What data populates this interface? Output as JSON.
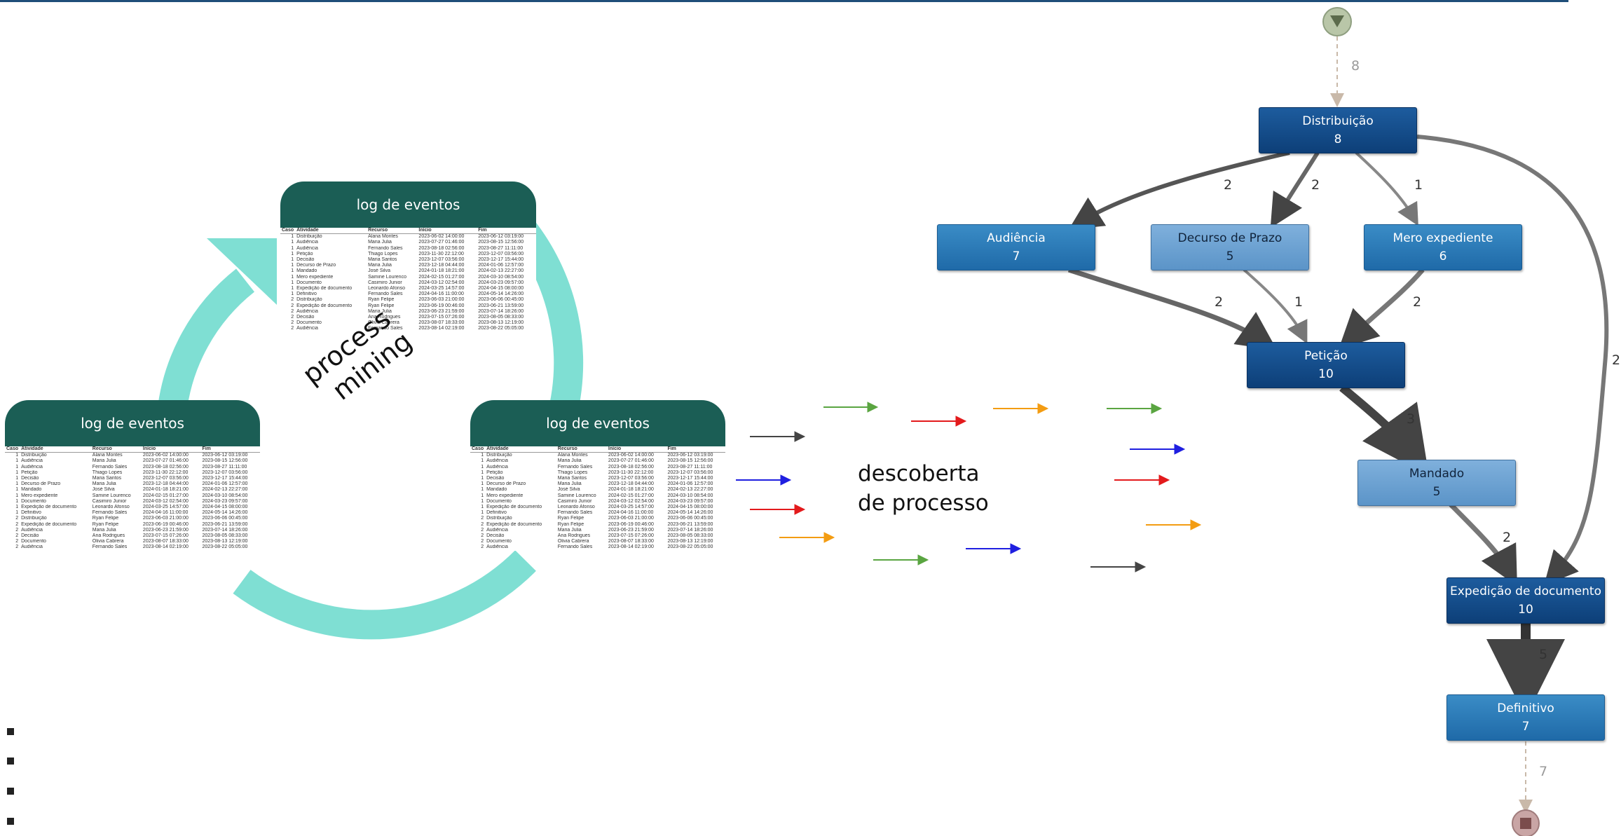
{
  "log": {
    "title": "log de eventos",
    "columns": [
      "Caso",
      "Atividade",
      "Recurso",
      "Início",
      "Fim"
    ],
    "rows": [
      [
        "1",
        "Distribuição",
        "Alana Montes",
        "2023-06-02 14:00:00",
        "2023-06-12 03:19:00"
      ],
      [
        "1",
        "Audiência",
        "Maria Julia",
        "2023-07-27 01:46:00",
        "2023-08-15 12:56:00"
      ],
      [
        "1",
        "Audiência",
        "Fernando Sales",
        "2023-08-18 02:56:00",
        "2023-08-27 11:11:00"
      ],
      [
        "1",
        "Petição",
        "Thiago Lopes",
        "2023-11-30 22:12:00",
        "2023-12-07 03:56:00"
      ],
      [
        "1",
        "Decisão",
        "Maria Santos",
        "2023-12-07 03:56:00",
        "2023-12-17 15:44:00"
      ],
      [
        "1",
        "Decurso de Prazo",
        "Maria Julia",
        "2023-12-18 04:44:00",
        "2024-01-06 12:57:00"
      ],
      [
        "1",
        "Mandado",
        "José Silva",
        "2024-01-18 18:21:00",
        "2024-02-13 22:27:00"
      ],
      [
        "1",
        "Mero expediente",
        "Samine Lourenco",
        "2024-02-15 01:27:00",
        "2024-03-10 08:54:00"
      ],
      [
        "1",
        "Documento",
        "Casimiro Junior",
        "2024-03-12 02:54:00",
        "2024-03-23 09:57:00"
      ],
      [
        "1",
        "Expedição de documento",
        "Leonardo Afonso",
        "2024-03-25 14:57:00",
        "2024-04-15 08:00:00"
      ],
      [
        "1",
        "Definitivo",
        "Fernando Sales",
        "2024-04-16 11:00:00",
        "2024-05-14 14:26:00"
      ],
      [
        "2",
        "Distribuição",
        "Ryan Felipe",
        "2023-06-03 21:00:00",
        "2023-06-06 00:45:00"
      ],
      [
        "2",
        "Expedição de documento",
        "Ryan Felipe",
        "2023-06-19 00:46:00",
        "2023-06-21 13:59:00"
      ],
      [
        "2",
        "Audiência",
        "Maria Julia",
        "2023-06-23 21:59:00",
        "2023-07-14 18:26:00"
      ],
      [
        "2",
        "Decisão",
        "Ana Rodrigues",
        "2023-07-15 07:26:00",
        "2023-08-05 08:33:00"
      ],
      [
        "2",
        "Documento",
        "Olivia Cabrera",
        "2023-08-07 18:33:00",
        "2023-08-13 12:19:00"
      ],
      [
        "2",
        "Audiência",
        "Fernando Sales",
        "2023-08-14 02:19:00",
        "2023-08-22 05:05:00"
      ]
    ]
  },
  "labels": {
    "process_mining_line1": "process",
    "process_mining_line2": "mining",
    "discovery_line1": "descoberta",
    "discovery_line2": "de processo"
  },
  "colors": {
    "cycle": "#7fdfd3",
    "log_header": "#1b5e55",
    "node_dark": "#0d3f78",
    "node_mid": "#1f6aa8",
    "node_light": "#5b94c8",
    "arrow_green": "#5aa541",
    "arrow_red": "#e31a1c",
    "arrow_orange": "#f39c12",
    "arrow_blue": "#1f1fe0",
    "arrow_gray": "#444444",
    "start_node": "#b9c6a8",
    "end_node": "#c9a5a5"
  },
  "icons": {
    "start": "triangle-down-icon",
    "end": "square-stop-icon"
  },
  "graph": {
    "nodes": {
      "distribuicao": {
        "name": "Distribuição",
        "count": "8"
      },
      "audiencia": {
        "name": "Audiência",
        "count": "7"
      },
      "decurso": {
        "name": "Decurso de Prazo",
        "count": "5"
      },
      "mero": {
        "name": "Mero expediente",
        "count": "6"
      },
      "peticao": {
        "name": "Petição",
        "count": "10"
      },
      "mandado": {
        "name": "Mandado",
        "count": "5"
      },
      "expedicao": {
        "name": "Expedição de documento",
        "count": "10"
      },
      "definitivo": {
        "name": "Definitivo",
        "count": "7"
      }
    },
    "edges": {
      "start_dist": "8",
      "dist_aud": "2",
      "dist_dec": "2",
      "dist_mero": "1",
      "dist_exp": "2",
      "aud_pet": "2",
      "dec_pet": "1",
      "mero_pet": "2",
      "pet_mand": "3",
      "mand_exp": "2",
      "exp_def": "5",
      "def_end": "7"
    }
  }
}
